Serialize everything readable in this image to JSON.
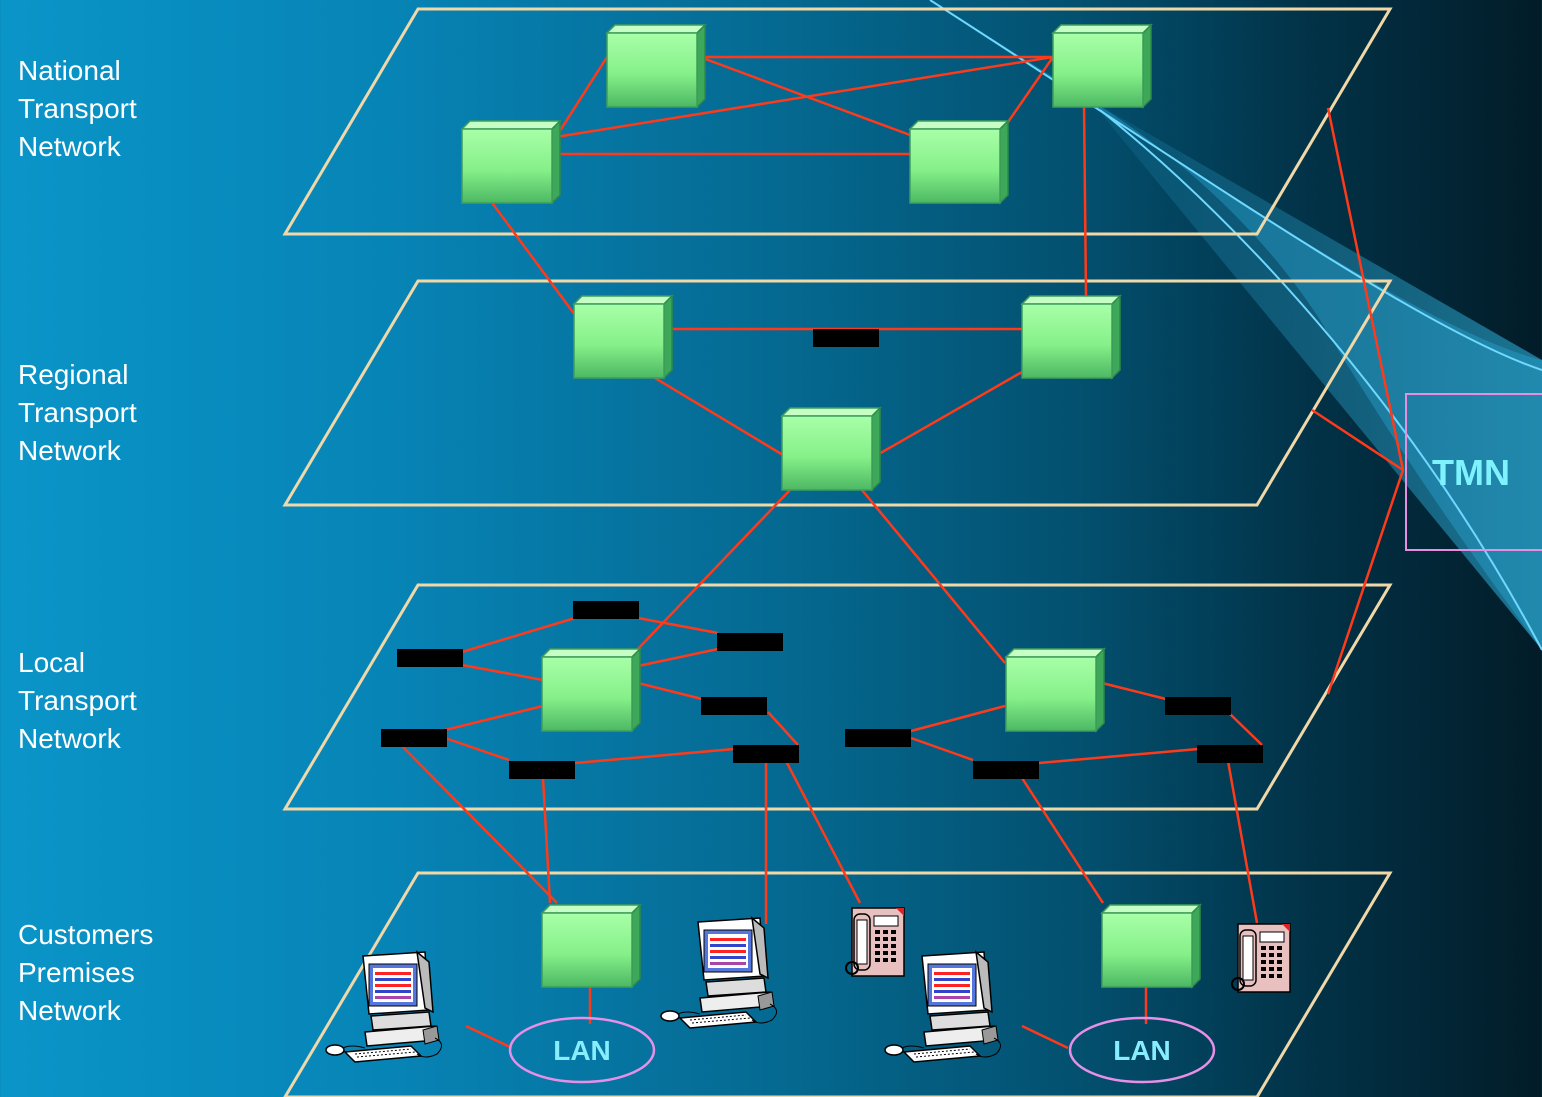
{
  "layers": [
    {
      "id": "national",
      "lines": [
        "National",
        "Transport",
        "Network"
      ]
    },
    {
      "id": "regional",
      "lines": [
        "Regional",
        "Transport",
        "Network"
      ]
    },
    {
      "id": "local",
      "lines": [
        "Local",
        "Transport",
        "Network"
      ]
    },
    {
      "id": "customers",
      "lines": [
        "Customers",
        "Premises",
        "Network"
      ]
    }
  ],
  "tmn": {
    "label": "TMN"
  },
  "lans": [
    {
      "label": "LAN"
    },
    {
      "label": "LAN"
    }
  ],
  "colors": {
    "plane_border": "#f0d8a8",
    "link": "#ff3a1a",
    "node_fill": "#8cf78c",
    "node_dark": "#3aa060",
    "tmn_border": "#e88ee0",
    "tmn_text": "#7ff2ff",
    "lan_border": "#e890e8",
    "lan_text": "#88eeff",
    "beam": "#30b8e8"
  },
  "icons": [
    "network-node-icon",
    "multiplexer-icon",
    "computer-icon",
    "telephone-icon"
  ]
}
